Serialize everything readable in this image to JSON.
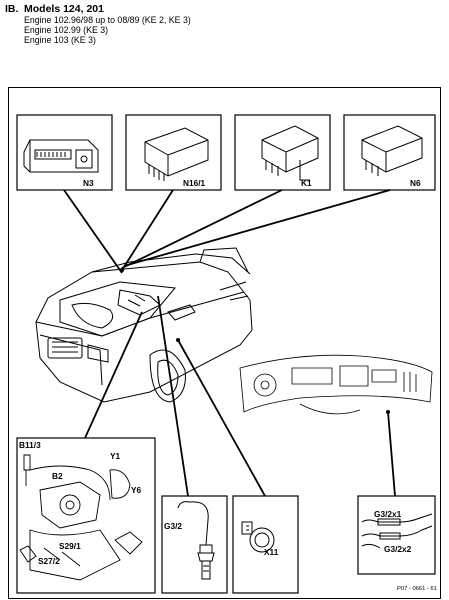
{
  "header": {
    "section": "IB.",
    "title": "Models 124, 201",
    "lines": [
      "Engine 102.96/98 up to 08/89 (KE 2, KE 3)",
      "Engine 102.99 (KE 3)",
      "Engine 103 (KE 3)"
    ]
  },
  "labels": {
    "n3": "N3",
    "n16_1": "N16/1",
    "k1": "K1",
    "n6": "N6",
    "b11_3": "B11/3",
    "b2": "B2",
    "y1": "Y1",
    "y6": "Y6",
    "s29_1": "S29/1",
    "s27_2": "S27/2",
    "g3_2": "G3/2",
    "x11": "X11",
    "g3_2x1": "G3/2x1",
    "g3_2x2": "G3/2x2"
  },
  "figure_ref": "P07 - 0661 - 61"
}
